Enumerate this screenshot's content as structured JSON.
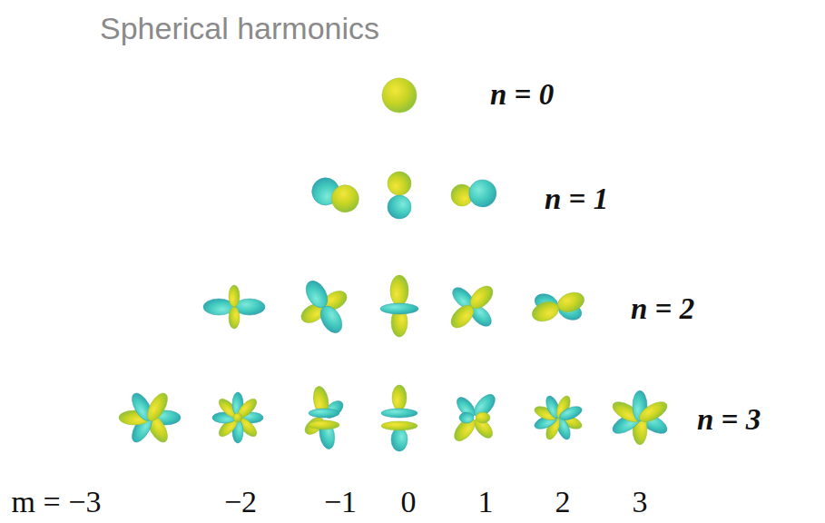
{
  "diagram": {
    "title": "Spherical harmonics",
    "labels": [
      "n = 0",
      "n = 1",
      "n = 2",
      "n = 3",
      "m = −3",
      "−2",
      "−1",
      "0",
      "1",
      "2",
      "3"
    ]
  }
}
